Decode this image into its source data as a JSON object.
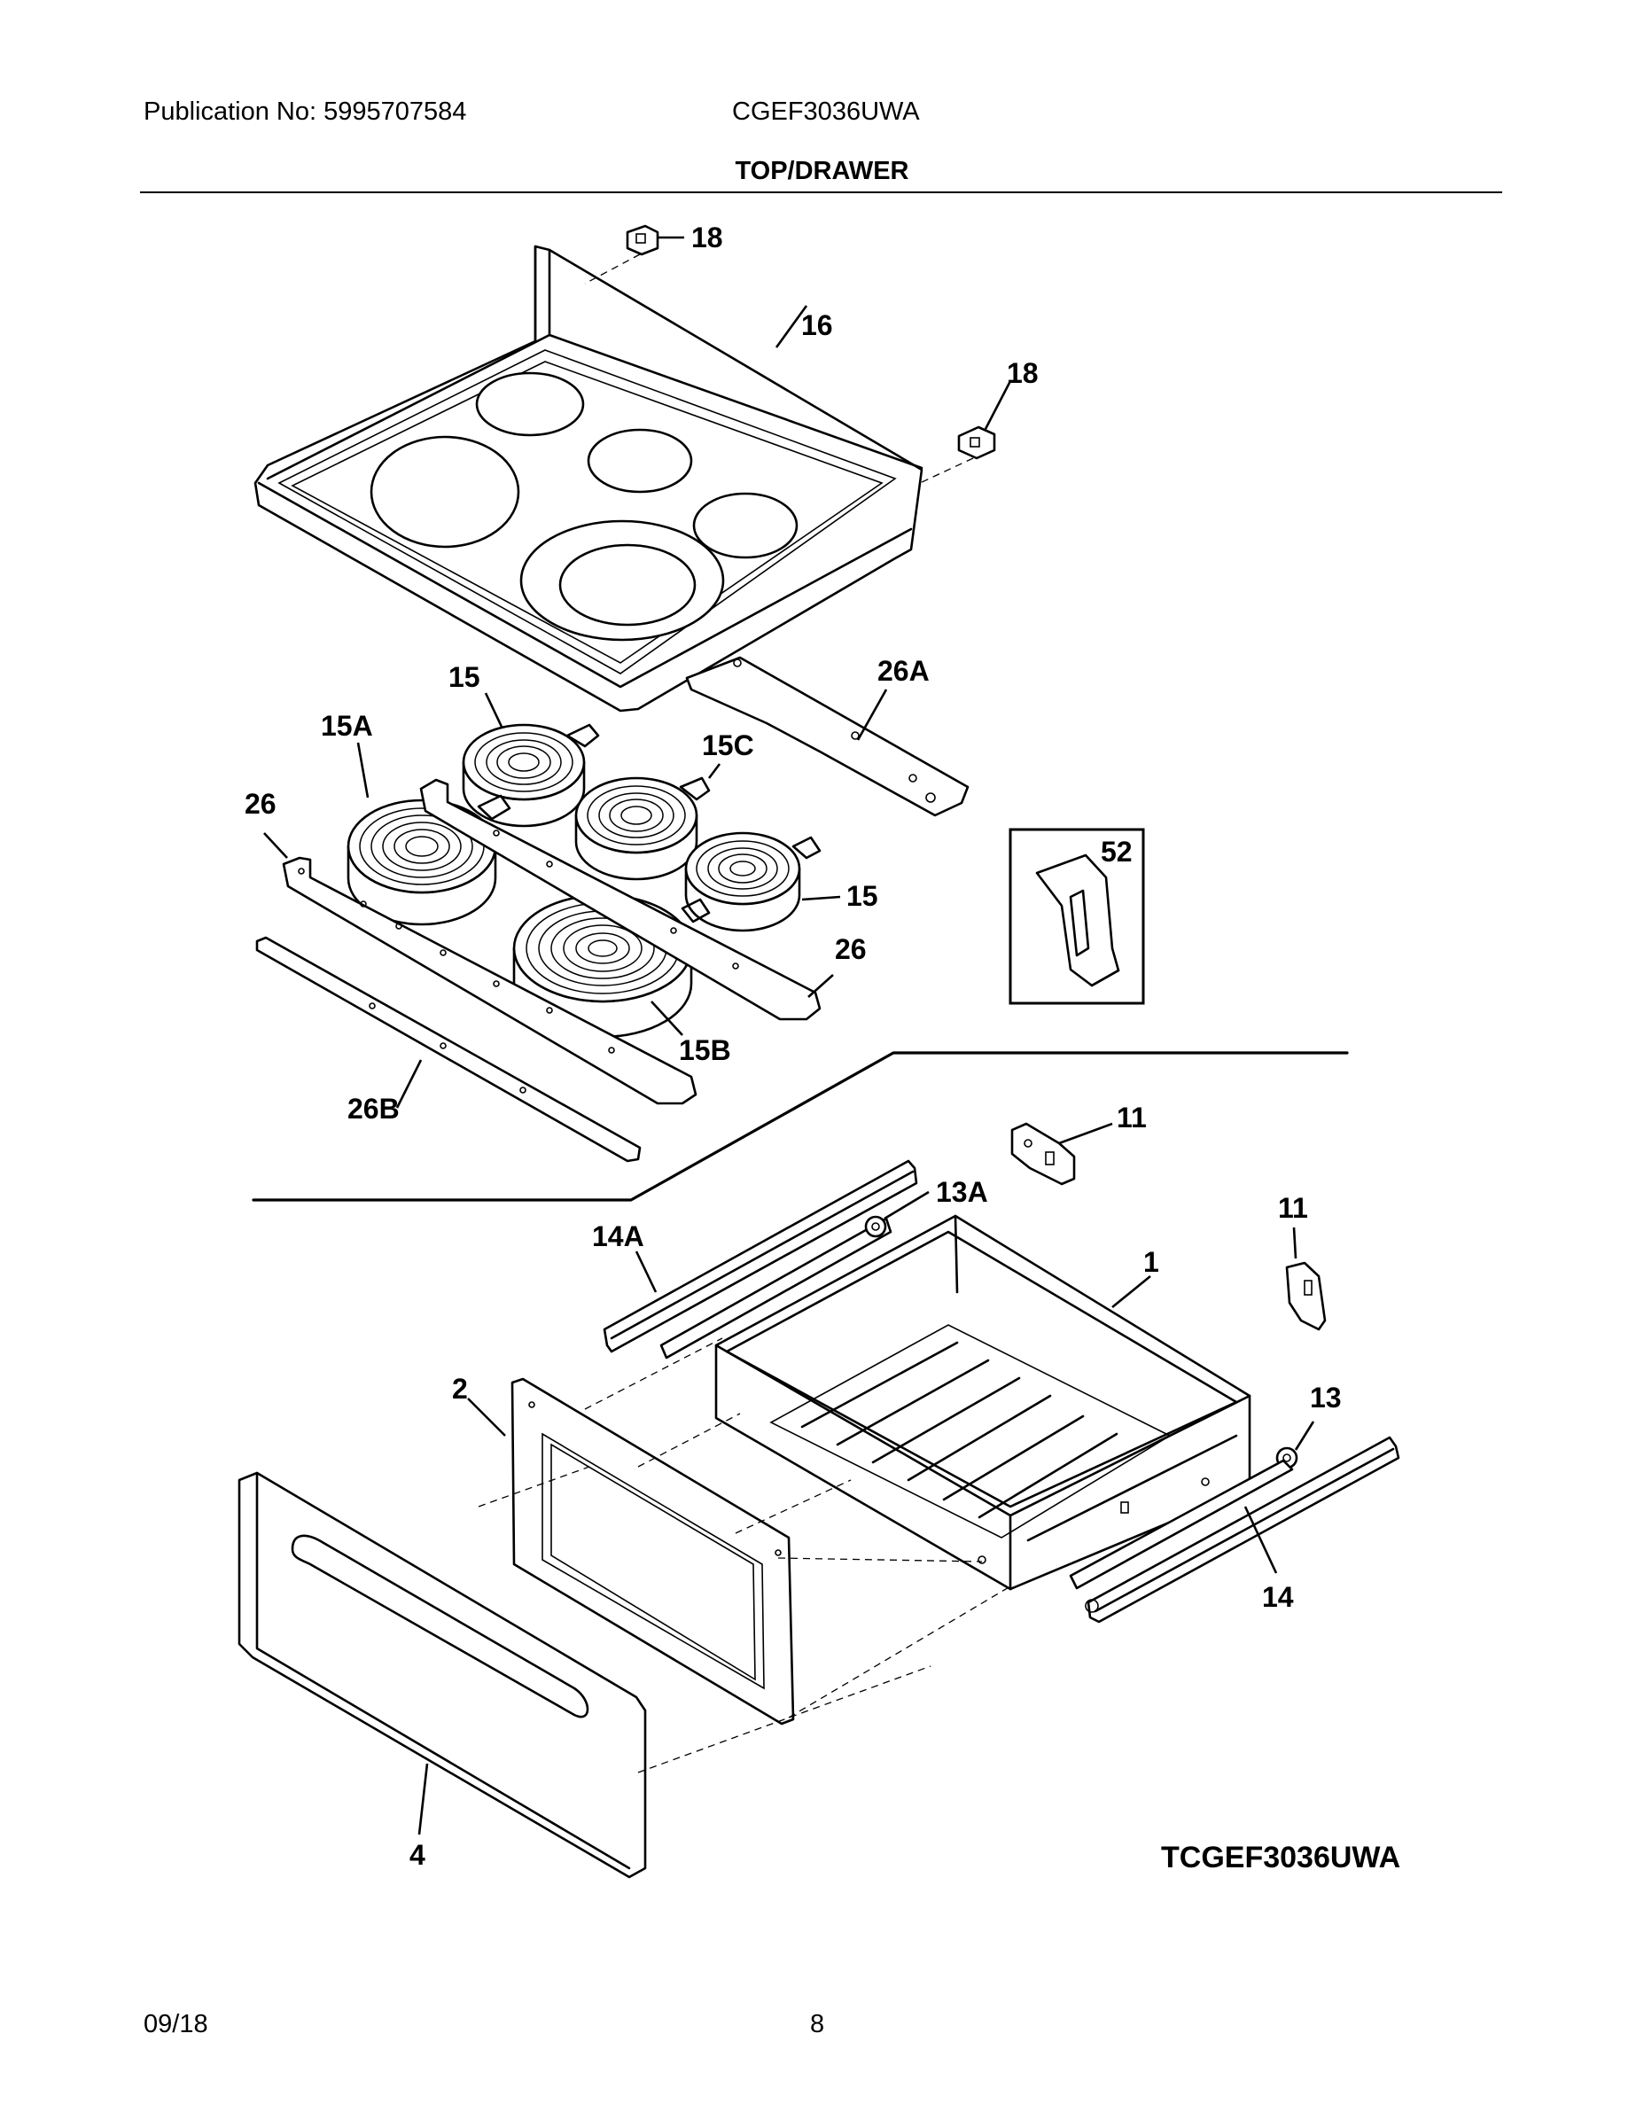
{
  "header": {
    "publication": "Publication No: 5995707584",
    "model": "CGEF3036UWA",
    "section_title": "TOP/DRAWER"
  },
  "diagram": {
    "callouts": {
      "c18a": "18",
      "c16": "16",
      "c18b": "18",
      "c15a_top": "15",
      "c26a": "26A",
      "c15A": "15A",
      "c15C": "15C",
      "c26_left": "26",
      "c52": "52",
      "c15_right": "15",
      "c26_right": "26",
      "c15B": "15B",
      "c26B": "26B",
      "c11_top": "11",
      "c13A": "13A",
      "c11_right": "11",
      "c14A": "14A",
      "c1": "1",
      "c2": "2",
      "c13": "13",
      "c14": "14",
      "c4": "4"
    },
    "drawing_code": "TCGEF3036UWA"
  },
  "footer": {
    "date": "09/18",
    "page": "8"
  }
}
